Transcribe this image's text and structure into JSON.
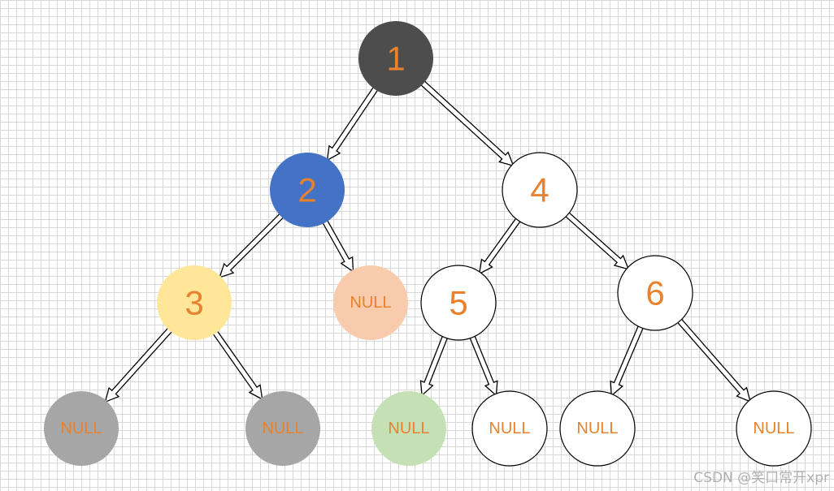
{
  "diagram": {
    "text_color": "#e8822f",
    "nodes": [
      {
        "id": "n1",
        "label": "1",
        "fill": "#4d4d4d",
        "kind": "value"
      },
      {
        "id": "n2",
        "label": "2",
        "fill": "#4472c4",
        "kind": "value"
      },
      {
        "id": "n4",
        "label": "4",
        "fill": "#ffffff",
        "kind": "value"
      },
      {
        "id": "n3",
        "label": "3",
        "fill": "#ffe699",
        "kind": "value"
      },
      {
        "id": "nn1",
        "label": "NULL",
        "fill": "#f8cbad",
        "kind": "null"
      },
      {
        "id": "n5",
        "label": "5",
        "fill": "#ffffff",
        "kind": "value"
      },
      {
        "id": "n6",
        "label": "6",
        "fill": "#ffffff",
        "kind": "value"
      },
      {
        "id": "nn2",
        "label": "NULL",
        "fill": "#a6a6a6",
        "kind": "null"
      },
      {
        "id": "nn3",
        "label": "NULL",
        "fill": "#a6a6a6",
        "kind": "null"
      },
      {
        "id": "nn4",
        "label": "NULL",
        "fill": "#c5e0b4",
        "kind": "null"
      },
      {
        "id": "nn5",
        "label": "NULL",
        "fill": "#ffffff",
        "kind": "null"
      },
      {
        "id": "nn6",
        "label": "NULL",
        "fill": "#ffffff",
        "kind": "null"
      },
      {
        "id": "nn7",
        "label": "NULL",
        "fill": "#ffffff",
        "kind": "null"
      }
    ],
    "edges": [
      {
        "from": "n1",
        "to": "n2"
      },
      {
        "from": "n1",
        "to": "n4"
      },
      {
        "from": "n2",
        "to": "n3"
      },
      {
        "from": "n2",
        "to": "nn1"
      },
      {
        "from": "n4",
        "to": "n5"
      },
      {
        "from": "n4",
        "to": "n6"
      },
      {
        "from": "n3",
        "to": "nn2"
      },
      {
        "from": "n3",
        "to": "nn3"
      },
      {
        "from": "n5",
        "to": "nn4"
      },
      {
        "from": "n5",
        "to": "nn5"
      },
      {
        "from": "n6",
        "to": "nn6"
      },
      {
        "from": "n6",
        "to": "nn7"
      }
    ]
  },
  "watermark": "CSDN @笑口常开xpr"
}
